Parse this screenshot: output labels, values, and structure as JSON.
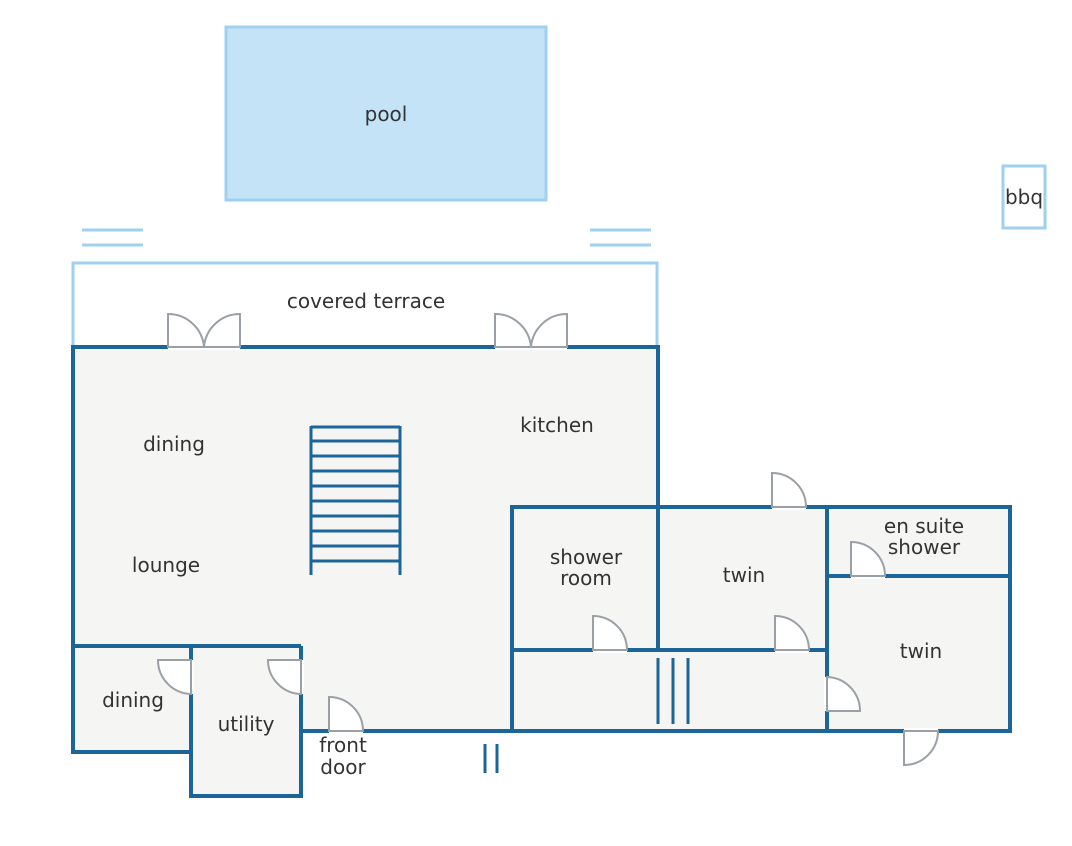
{
  "labels": {
    "pool": "pool",
    "bbq": "bbq",
    "covered_terrace": "covered terrace",
    "dining_main": "dining",
    "lounge": "lounge",
    "kitchen": "kitchen",
    "shower_room_line1": "shower",
    "shower_room_line2": "room",
    "twin_middle": "twin",
    "en_suite_line1": "en suite",
    "en_suite_line2": "shower",
    "twin_right": "twin",
    "dining_small": "dining",
    "utility": "utility",
    "front_door_line1": "front",
    "front_door_line2": "door"
  },
  "colors": {
    "wall": "#1b6599",
    "outdoor": "#9fd0ef",
    "pool_fill": "#c4e3f7",
    "room_fill": "#f5f5f4",
    "door": "#9aa0a6"
  }
}
